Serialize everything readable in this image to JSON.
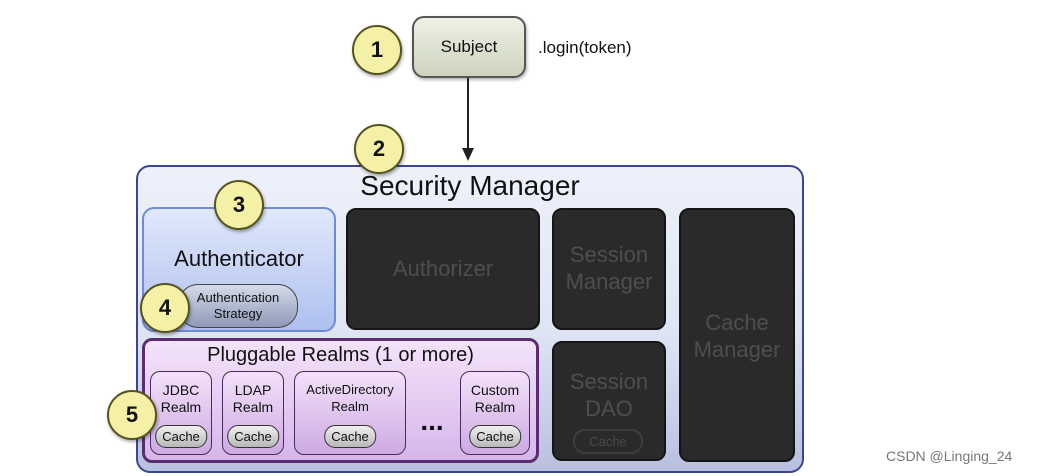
{
  "markers": [
    "1",
    "2",
    "3",
    "4",
    "5"
  ],
  "subject": {
    "label": "Subject",
    "call": ".login(token)"
  },
  "security_manager": {
    "title": "Security Manager",
    "authenticator": {
      "label": "Authenticator",
      "strategy": [
        "Authentication",
        "Strategy"
      ]
    },
    "authorizer": "Authorizer",
    "session_manager": [
      "Session",
      "Manager"
    ],
    "session_dao": [
      "Session",
      "DAO"
    ],
    "session_dao_cache": "Cache",
    "cache_manager": [
      "Cache",
      "Manager"
    ],
    "realms": {
      "title": "Pluggable Realms (1 or more)",
      "items": [
        {
          "lines": [
            "JDBC",
            "Realm"
          ],
          "cache": "Cache"
        },
        {
          "lines": [
            "LDAP",
            "Realm"
          ],
          "cache": "Cache"
        },
        {
          "lines": [
            "ActiveDirectory",
            "Realm"
          ],
          "cache": "Cache"
        },
        {
          "lines": [
            "Custom",
            "Realm"
          ],
          "cache": "Cache"
        }
      ],
      "ellipsis": "..."
    }
  },
  "watermark": "CSDN @Linging_24"
}
